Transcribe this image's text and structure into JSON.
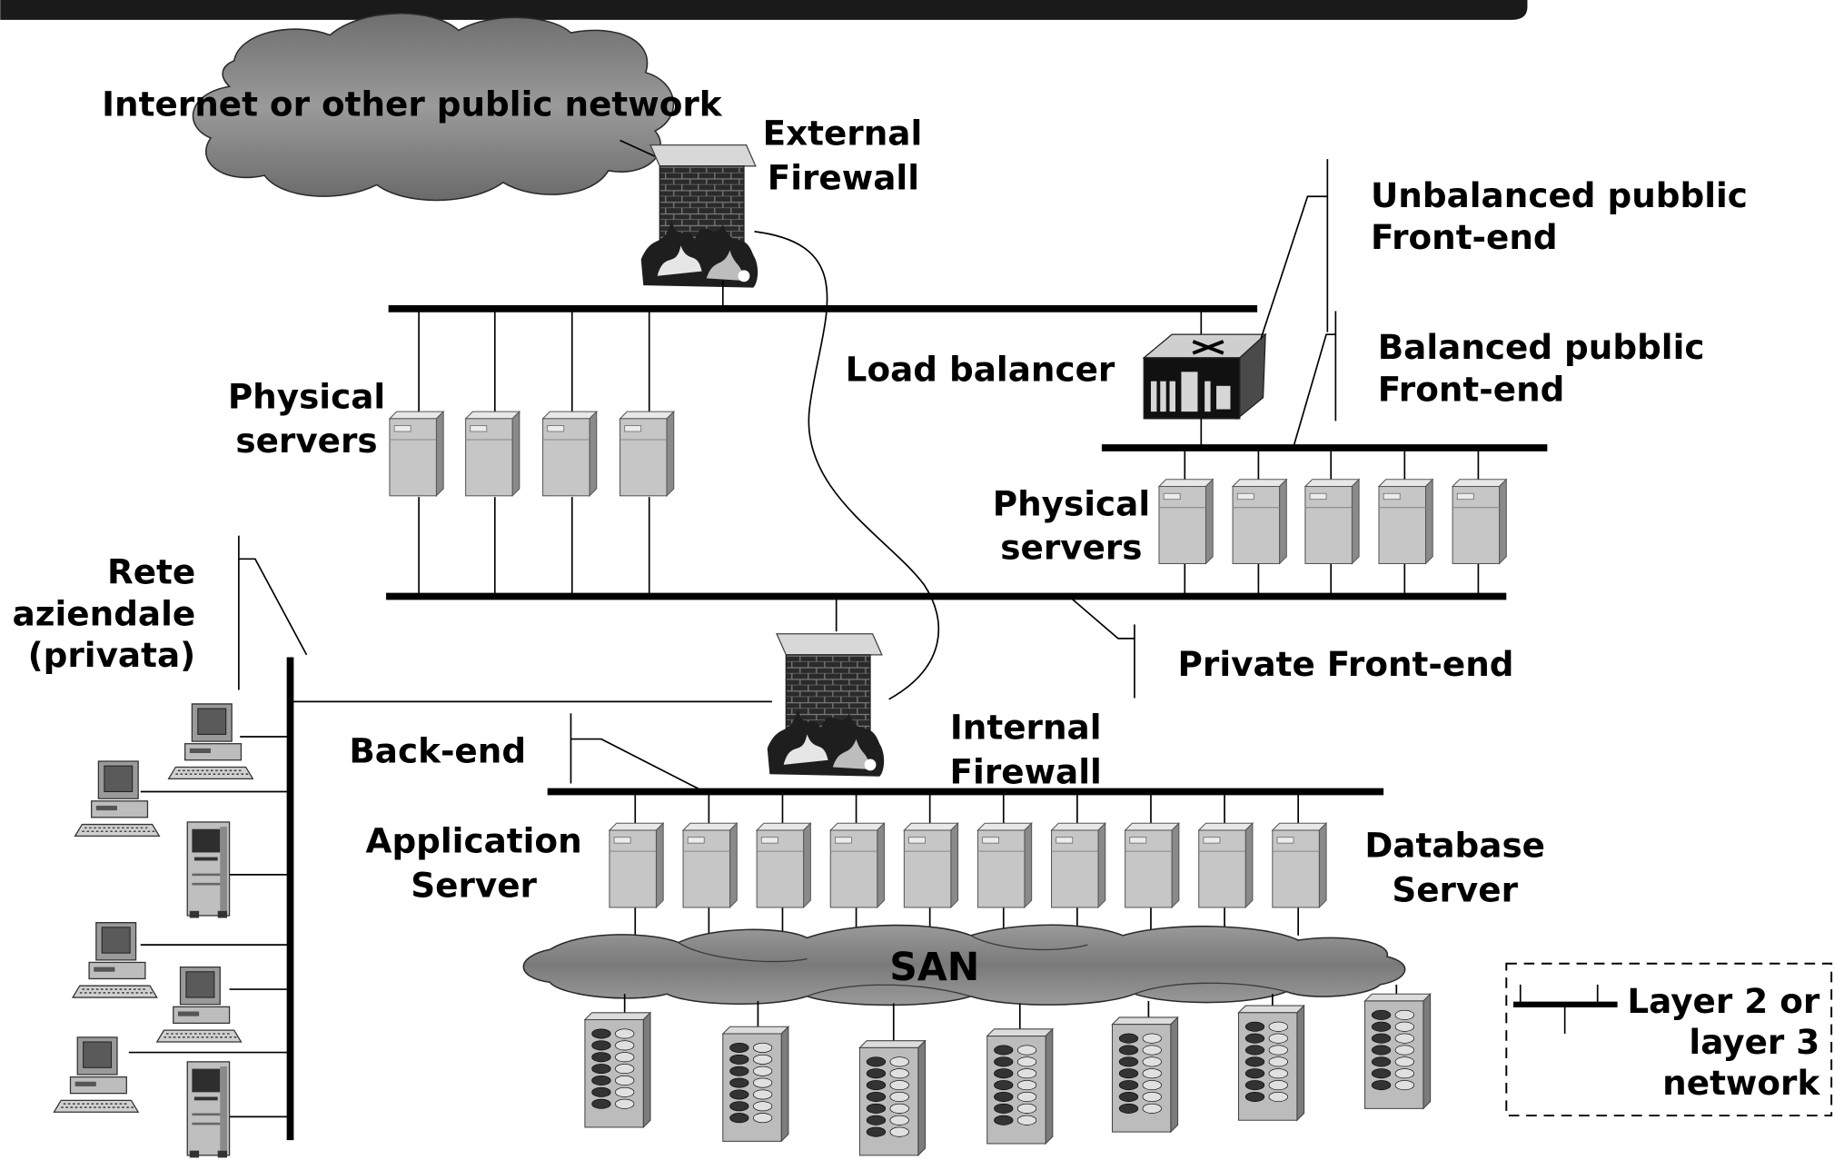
{
  "labels": {
    "internet": "Internet or other public network",
    "external_firewall": [
      "External",
      "Firewall"
    ],
    "unbalanced_frontend": [
      "Unbalanced pubblic",
      "Front-end"
    ],
    "balanced_frontend": [
      "Balanced pubblic",
      "Front-end"
    ],
    "load_balancer": "Load balancer",
    "physical_servers_left": [
      "Physical",
      "servers"
    ],
    "physical_servers_right": [
      "Physical",
      "servers"
    ],
    "rete_aziendale": [
      "Rete",
      "aziendale",
      "(privata)"
    ],
    "private_frontend": "Private Front-end",
    "back_end": "Back-end",
    "internal_firewall": [
      "Internal",
      "Firewall"
    ],
    "application_server": [
      "Application",
      "Server"
    ],
    "database_server": [
      "Database",
      "Server"
    ],
    "san": "SAN",
    "legend": [
      "Layer 2 or",
      "layer 3",
      "network"
    ]
  },
  "icons": {
    "cloud": "cloud-icon",
    "firewall": "firewall-icon",
    "server": "server-tower-icon",
    "load_balancer": "load-balancer-icon",
    "workstation": "workstation-icon",
    "printer": "tower-pc-icon",
    "storage": "disk-array-icon"
  },
  "colors": {
    "header_bar": "#1a1a1a",
    "cloud_fill": "#8c8c8c",
    "server_fill": "#c8c8c8",
    "network_line": "#000000"
  }
}
